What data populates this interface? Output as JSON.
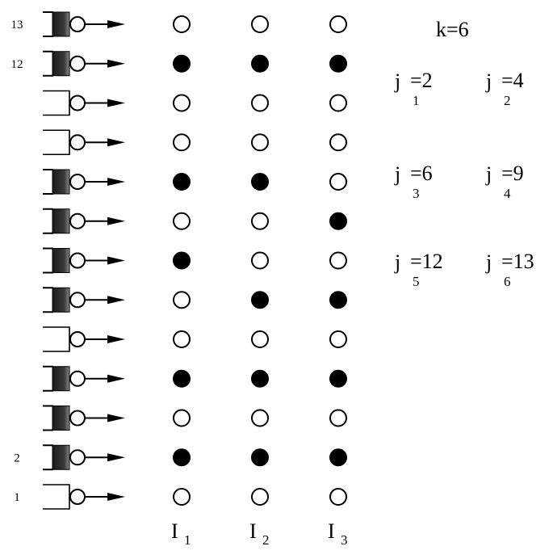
{
  "row_labels": [
    "13",
    "12",
    "",
    "",
    "",
    "",
    "",
    "",
    "",
    "",
    "",
    "2",
    "1"
  ],
  "rows_top_to_bottom": [
    {
      "gate_filled": true,
      "dots": [
        false,
        false,
        false
      ]
    },
    {
      "gate_filled": true,
      "dots": [
        true,
        true,
        true
      ]
    },
    {
      "gate_filled": false,
      "dots": [
        false,
        false,
        false
      ]
    },
    {
      "gate_filled": false,
      "dots": [
        false,
        false,
        false
      ]
    },
    {
      "gate_filled": true,
      "dots": [
        true,
        true,
        false
      ]
    },
    {
      "gate_filled": true,
      "dots": [
        false,
        false,
        true
      ]
    },
    {
      "gate_filled": true,
      "dots": [
        true,
        false,
        false
      ]
    },
    {
      "gate_filled": true,
      "dots": [
        false,
        true,
        true
      ]
    },
    {
      "gate_filled": false,
      "dots": [
        false,
        false,
        false
      ]
    },
    {
      "gate_filled": true,
      "dots": [
        true,
        true,
        true
      ]
    },
    {
      "gate_filled": true,
      "dots": [
        false,
        false,
        false
      ]
    },
    {
      "gate_filled": true,
      "dots": [
        true,
        true,
        true
      ]
    },
    {
      "gate_filled": false,
      "dots": [
        false,
        false,
        false
      ]
    }
  ],
  "columns": [
    {
      "letter": "I",
      "index": "1"
    },
    {
      "letter": "I",
      "index": "2"
    },
    {
      "letter": "I",
      "index": "3"
    }
  ],
  "k_label": "k=6",
  "j_labels": [
    [
      {
        "letter": "j",
        "index": "1",
        "value": "=2"
      },
      {
        "letter": "j",
        "index": "2",
        "value": "=4"
      }
    ],
    [
      {
        "letter": "j",
        "index": "3",
        "value": "=6"
      },
      {
        "letter": "j",
        "index": "4",
        "value": "=9"
      }
    ],
    [
      {
        "letter": "j",
        "index": "5",
        "value": "=12"
      },
      {
        "letter": "j",
        "index": "6",
        "value": "=13"
      }
    ]
  ]
}
